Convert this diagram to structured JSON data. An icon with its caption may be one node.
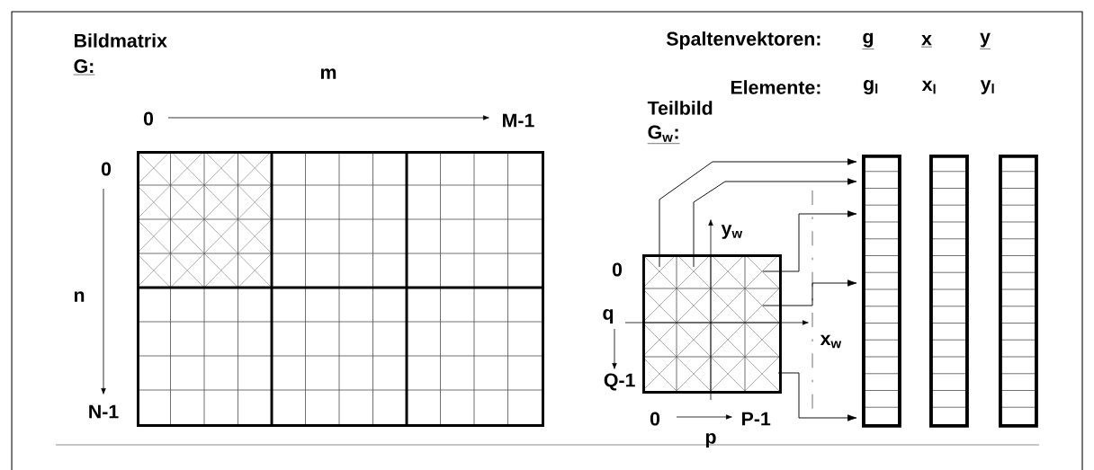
{
  "diagram": {
    "nodes": [
      {
        "text": [],
        "shape": "box"
      },
      {
        "text": [],
        "shape": "box"
      },
      {
        "text": [],
        "shape": "bar"
      },
      {
        "text": [],
        "shape": "bar"
      },
      {
        "text": [],
        "shape": "bar"
      }
    ],
    "edges": [
      {
        "from": 1,
        "to": 2,
        "arrow": "to"
      },
      {
        "from": 1,
        "to": 2,
        "arrow": "to"
      },
      {
        "from": 1,
        "to": 2,
        "arrow": "to"
      },
      {
        "from": 1,
        "to": 2,
        "arrow": "to"
      },
      {
        "from": 1,
        "to": 2,
        "arrow": "to"
      }
    ],
    "labels": [
      "Bildmatrix",
      "G:",
      "Spaltenvektoren:",
      "g",
      "x",
      "y",
      "Elemente:",
      "g$_{l}$",
      "x$_{l}$",
      "y$_{l}$",
      "m",
      "0",
      "M-1",
      "Teilbild",
      "G$_{w}$:",
      "0",
      "n",
      "N-1",
      "y$_{w}$",
      "0",
      "q",
      "x$_{w}$",
      "Q-1",
      "0",
      "P-1",
      "p"
    ]
  }
}
